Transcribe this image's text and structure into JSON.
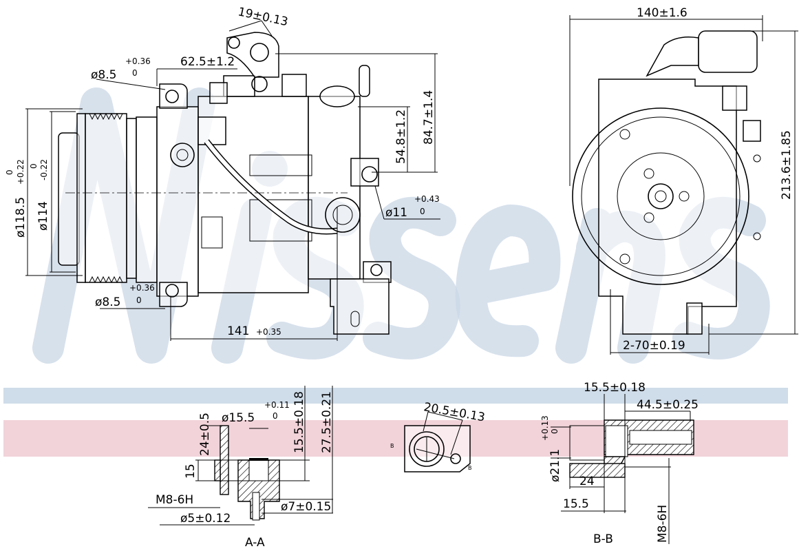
{
  "watermark": "Nissens",
  "colors": {
    "band_blue": "#cfdce9",
    "band_pink": "#f2d3da",
    "watermark": "#c9d7e6",
    "line": "#000000"
  },
  "side_view": {
    "dim_bracket": "19±0.13",
    "dim_offset": "62.5±1.2",
    "hole_top": {
      "label": "ø8.5",
      "tol_upper": "+0.36",
      "tol_lower": "0"
    },
    "hole_bottom": {
      "label": "ø8.5",
      "tol_upper": "+0.36",
      "tol_lower": "0"
    },
    "dim_height_a": "84.7±1.4",
    "dim_height_b": "54.8±1.2",
    "hole_right": {
      "label": "ø11",
      "tol_upper": "+0.43",
      "tol_lower": "0"
    },
    "pulley_outer": {
      "label": "ø118.5",
      "tol_upper": "+0.22",
      "tol_lower": "0"
    },
    "pulley_inner": {
      "label": "ø114",
      "tol_upper": "0",
      "tol_lower": "-0.22"
    },
    "dim_length": {
      "label": "141",
      "tol": "+0.35"
    }
  },
  "front_view": {
    "dim_width": "140±1.6",
    "dim_height": "213.6±1.85",
    "dim_holes": "2-70±0.19"
  },
  "section_aa": {
    "dim_24": "24±0.5",
    "dim_bore": {
      "label": "ø15.5",
      "tol_upper": "+0.11",
      "tol_lower": "0"
    },
    "dim_155": "15.5±0.18",
    "dim_275": "27.5±0.21",
    "dim_15": "15",
    "thread": "M8-6H",
    "dim_d5": "ø5±0.12",
    "dim_d7": "ø7±0.15",
    "title": "A-A"
  },
  "detail_b": {
    "dim_spacing": "20.5±0.13",
    "marker": "B"
  },
  "section_bb": {
    "dim_155": "15.5±0.18",
    "dim_445": "44.5±0.25",
    "dim_d211": {
      "label": "ø21.1",
      "tol_upper": "+0.13",
      "tol_lower": "0"
    },
    "dim_24": "24",
    "dim_15_5": "15.5",
    "thread": "M8-6H",
    "title": "B-B"
  }
}
